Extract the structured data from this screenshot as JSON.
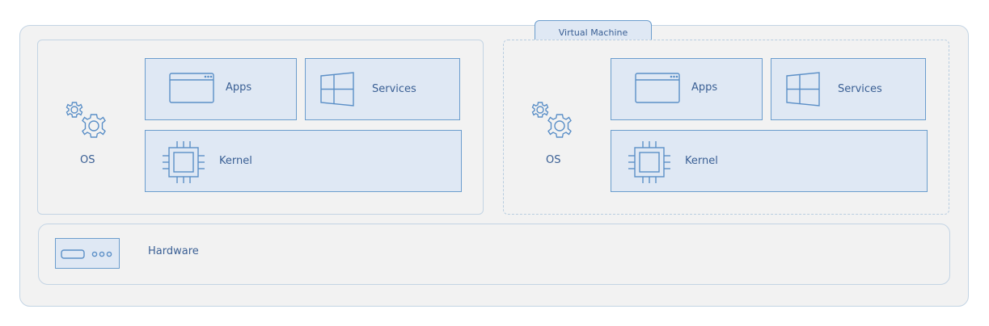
{
  "vm_label": "Virtual Machine",
  "host": {
    "os_label": "OS",
    "apps_label": "Apps",
    "services_label": "Services",
    "kernel_label": "Kernel"
  },
  "vm": {
    "os_label": "OS",
    "apps_label": "Apps",
    "services_label": "Services",
    "kernel_label": "Kernel"
  },
  "hardware_label": "Hardware",
  "colors": {
    "background": "#f2f2f2",
    "box_fill": "#dfe8f4",
    "box_border": "#6b9dcd",
    "panel_border": "#c3d4e4",
    "text": "#3a5f94"
  },
  "icons": [
    "gears-icon",
    "app-window-icon",
    "windows-logo-icon",
    "chip-icon",
    "server-icon"
  ]
}
